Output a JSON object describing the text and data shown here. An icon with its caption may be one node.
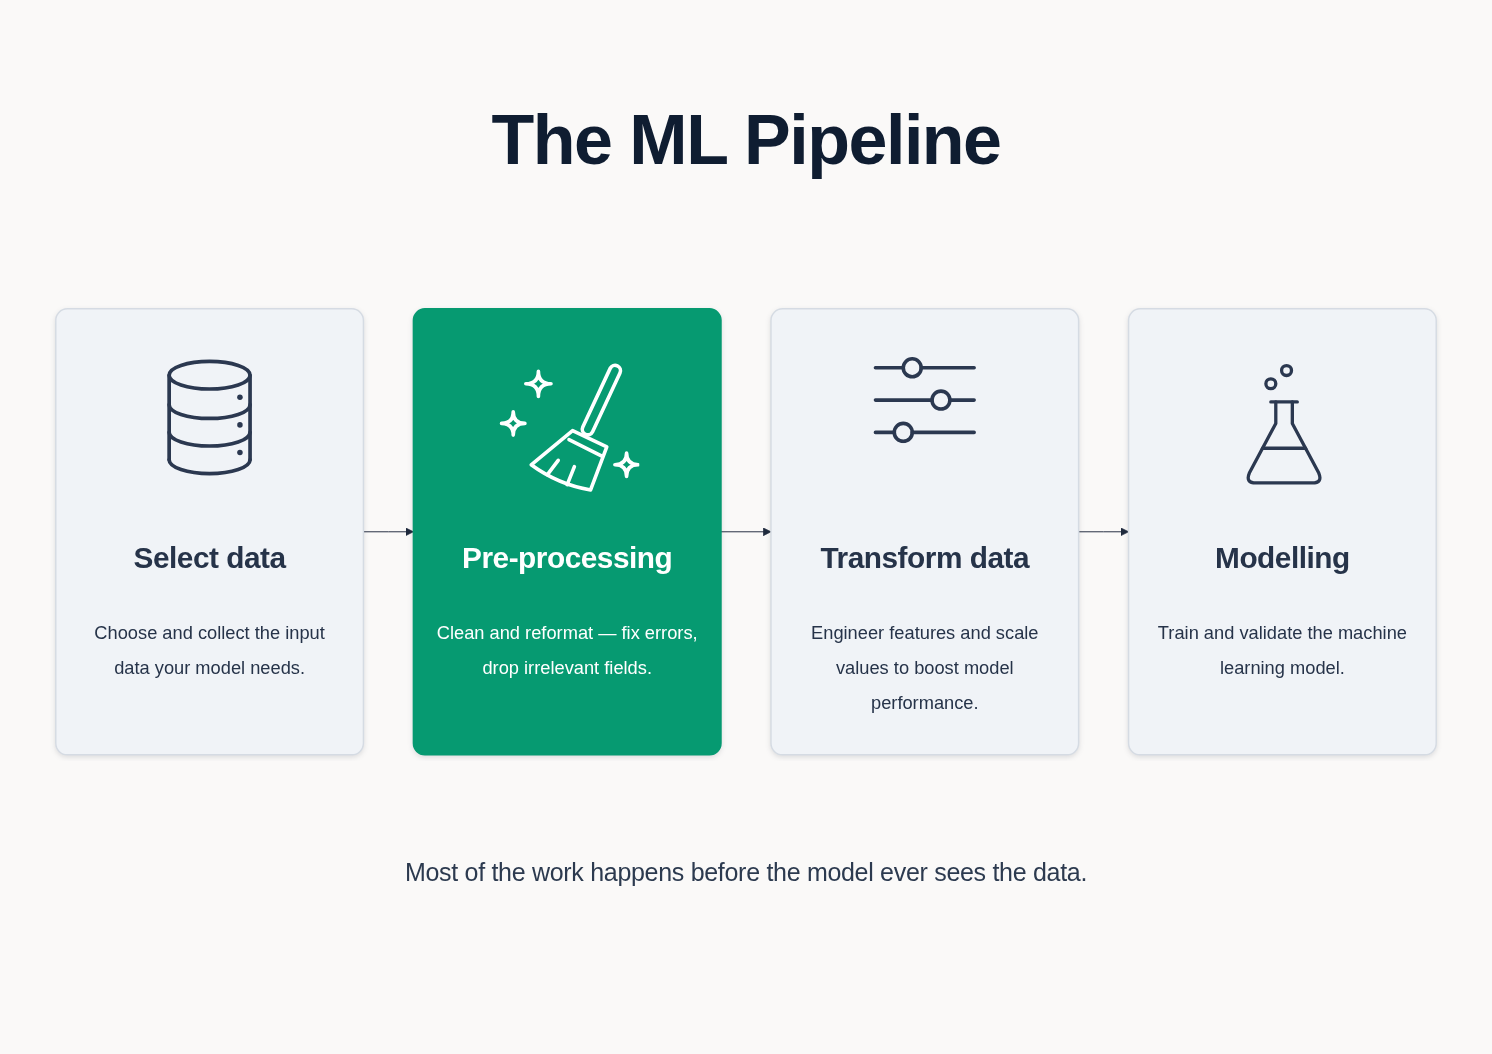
{
  "diagram": {
    "title": "The ML Pipeline",
    "caption": "Most of the work happens before the model ever sees the data.",
    "nodes": [
      {
        "text": [
          "Select data",
          "Choose and collect the input data your model needs."
        ]
      },
      {
        "text": [
          "Pre-processing",
          "Clean and reformat — fix errors, drop irrelevant fields."
        ]
      },
      {
        "text": [
          "Transform data",
          "Engineer features and scale values to boost model performance."
        ]
      },
      {
        "text": [
          "Modelling",
          "Train and validate the machine learning model."
        ]
      }
    ],
    "edges": [
      {
        "from": 0,
        "to": 1,
        "arrow": "to"
      },
      {
        "from": 1,
        "to": 2,
        "arrow": "to"
      },
      {
        "from": 2,
        "to": 3,
        "arrow": "to"
      }
    ]
  }
}
